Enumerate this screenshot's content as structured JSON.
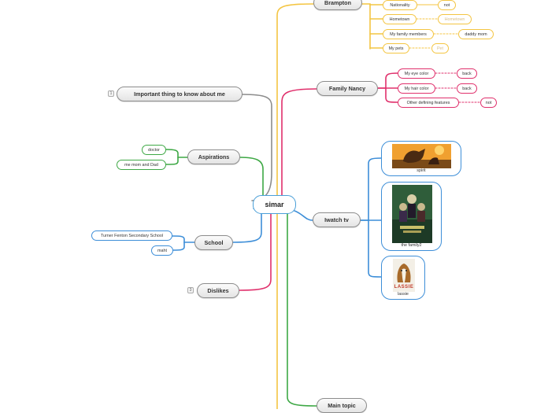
{
  "central": "simar",
  "topics": {
    "brampton": {
      "label": "Brampton",
      "children": [
        {
          "label": "Nationality",
          "value": "not"
        },
        {
          "label": "Hometown",
          "value": "Hometown"
        },
        {
          "label": "My family members",
          "value": "daddy mom"
        },
        {
          "label": "My pets",
          "value": "Pet"
        }
      ]
    },
    "family": {
      "label": "Family Nancy",
      "children": [
        {
          "label": "My eye color",
          "value": "back"
        },
        {
          "label": "My hair color",
          "value": "back"
        },
        {
          "label": "Other defining features",
          "value": "not"
        }
      ]
    },
    "iwatch": {
      "label": "Iwatch tv",
      "items": [
        {
          "caption": "spirit"
        },
        {
          "caption": "the family2"
        },
        {
          "caption": "lassie",
          "poster_text": "LASSIE"
        }
      ]
    },
    "main_topic": {
      "label": "Main topic"
    },
    "important": {
      "label": "Important thing to know about me",
      "collapsed_count": "1"
    },
    "aspirations": {
      "label": "Aspirations",
      "children": [
        "doctor",
        "me mom and Dad"
      ]
    },
    "school": {
      "label": "School",
      "children": [
        "Turner Fenton Secondary School",
        "maht"
      ]
    },
    "dislikes": {
      "label": "Dislikes",
      "collapsed_count": "3"
    }
  },
  "colors": {
    "orange": "#f4c542",
    "pink": "#e0306c",
    "blue": "#3d8ed8",
    "green": "#3ea845",
    "gray": "#8c8c8c"
  }
}
